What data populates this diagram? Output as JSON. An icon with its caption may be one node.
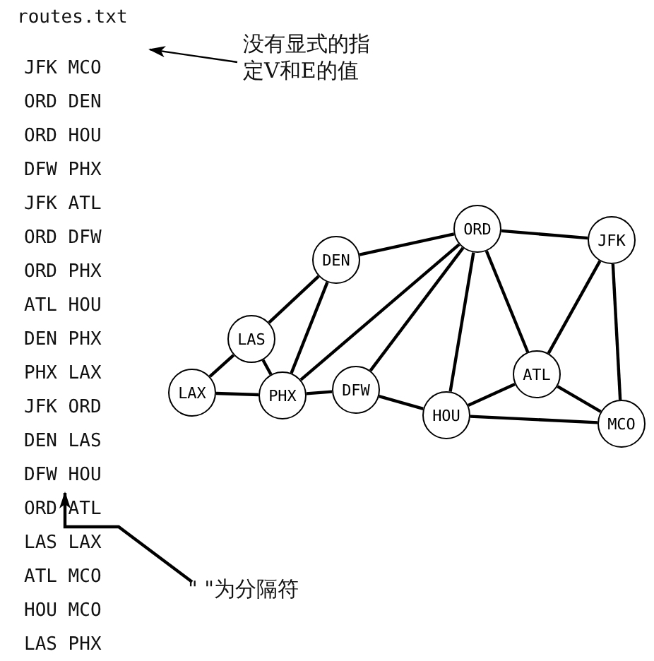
{
  "diagram": {
    "nodes": [
      {
        "text": [
          "没有显式的指定V和E的值"
        ]
      },
      {
        "text": [
          "\" \"为分隔符"
        ]
      },
      {
        "text": [
          "ORD"
        ]
      },
      {
        "text": [
          "DEN"
        ]
      },
      {
        "text": [
          "JFK"
        ]
      },
      {
        "text": [
          "LAS"
        ]
      },
      {
        "text": [
          "LAX"
        ]
      },
      {
        "text": [
          "PHX"
        ]
      },
      {
        "text": [
          "DFW"
        ]
      },
      {
        "text": [
          "ATL"
        ]
      },
      {
        "text": [
          "HOU"
        ]
      },
      {
        "text": [
          "MCO"
        ]
      },
      {
        "text": [
          "DFW HOU"
        ]
      }
    ],
    "edges": [
      {
        "from": 0,
        "to": null,
        "arrow": "to"
      },
      {
        "from": 1,
        "to": 12,
        "arrow": "to"
      },
      {
        "from": 4,
        "to": 11,
        "arrow": "none"
      },
      {
        "from": 2,
        "to": 3,
        "arrow": "none"
      },
      {
        "from": 2,
        "to": 10,
        "arrow": "none"
      },
      {
        "from": 8,
        "to": 7,
        "arrow": "none"
      },
      {
        "from": 4,
        "to": 9,
        "arrow": "none"
      },
      {
        "from": 2,
        "to": 8,
        "arrow": "none"
      },
      {
        "from": 2,
        "to": 7,
        "arrow": "none"
      },
      {
        "from": 9,
        "to": 10,
        "arrow": "none"
      },
      {
        "from": 3,
        "to": 7,
        "arrow": "none"
      },
      {
        "from": 7,
        "to": 6,
        "arrow": "none"
      },
      {
        "from": 4,
        "to": 2,
        "arrow": "none"
      },
      {
        "from": 3,
        "to": 5,
        "arrow": "none"
      },
      {
        "from": 8,
        "to": 10,
        "arrow": "none"
      },
      {
        "from": 2,
        "to": 9,
        "arrow": "none"
      },
      {
        "from": 5,
        "to": 6,
        "arrow": "none"
      },
      {
        "from": 9,
        "to": 11,
        "arrow": "none"
      },
      {
        "from": 10,
        "to": 11,
        "arrow": "none"
      },
      {
        "from": 5,
        "to": 7,
        "arrow": "none"
      }
    ],
    "labels": [
      "routes.txt",
      "JFK MCO",
      "ORD DEN",
      "ORD HOU",
      "DFW PHX",
      "JFK ATL",
      "ORD DFW",
      "ORD PHX",
      "ATL HOU",
      "DEN PHX",
      "PHX LAX",
      "JFK ORD",
      "DEN LAS",
      "ORD ATL",
      "LAS LAX",
      "ATL MCO",
      "HOU MCO",
      "LAS PHX"
    ]
  }
}
